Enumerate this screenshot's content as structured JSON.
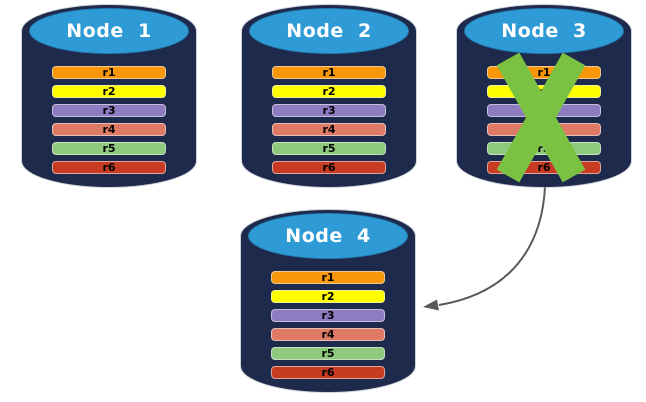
{
  "colors": {
    "background": "#FFFFFF",
    "cylinder_body": "#1E2A4C",
    "cylinder_top": "#2E9BD6",
    "title_text": "#FFFFFF",
    "record_text": "#000000",
    "failure_x": "#7CC242",
    "arrow": "#595959"
  },
  "nodes": [
    {
      "id": "node-1",
      "title": "Node  1",
      "records": [
        {
          "label": "r1",
          "color": "#F79709"
        },
        {
          "label": "r2",
          "color": "#FFFF00"
        },
        {
          "label": "r3",
          "color": "#8D7CC2"
        },
        {
          "label": "r4",
          "color": "#DE7A66"
        },
        {
          "label": "r5",
          "color": "#8FC97E"
        },
        {
          "label": "r6",
          "color": "#C63B22"
        }
      ]
    },
    {
      "id": "node-2",
      "title": "Node  2",
      "records": [
        {
          "label": "r1",
          "color": "#F79709"
        },
        {
          "label": "r2",
          "color": "#FFFF00"
        },
        {
          "label": "r3",
          "color": "#8D7CC2"
        },
        {
          "label": "r4",
          "color": "#DE7A66"
        },
        {
          "label": "r5",
          "color": "#8FC97E"
        },
        {
          "label": "r6",
          "color": "#C63B22"
        }
      ]
    },
    {
      "id": "node-3",
      "title": "Node  3",
      "status": "failed",
      "overlay_icon": "x-mark-icon",
      "records": [
        {
          "label": "r1",
          "color": "#F79709"
        },
        {
          "label": "r2",
          "color": "#FFFF00"
        },
        {
          "label": "r3",
          "color": "#8D7CC2"
        },
        {
          "label": "r4",
          "color": "#DE7A66"
        },
        {
          "label": "r5",
          "color": "#8FC97E"
        },
        {
          "label": "r6",
          "color": "#C63B22"
        }
      ]
    },
    {
      "id": "node-4",
      "title": "Node  4",
      "records": [
        {
          "label": "r1",
          "color": "#F79709"
        },
        {
          "label": "r2",
          "color": "#FFFF00"
        },
        {
          "label": "r3",
          "color": "#8D7CC2"
        },
        {
          "label": "r4",
          "color": "#DE7A66"
        },
        {
          "label": "r5",
          "color": "#8FC97E"
        },
        {
          "label": "r6",
          "color": "#C63B22"
        }
      ]
    }
  ]
}
